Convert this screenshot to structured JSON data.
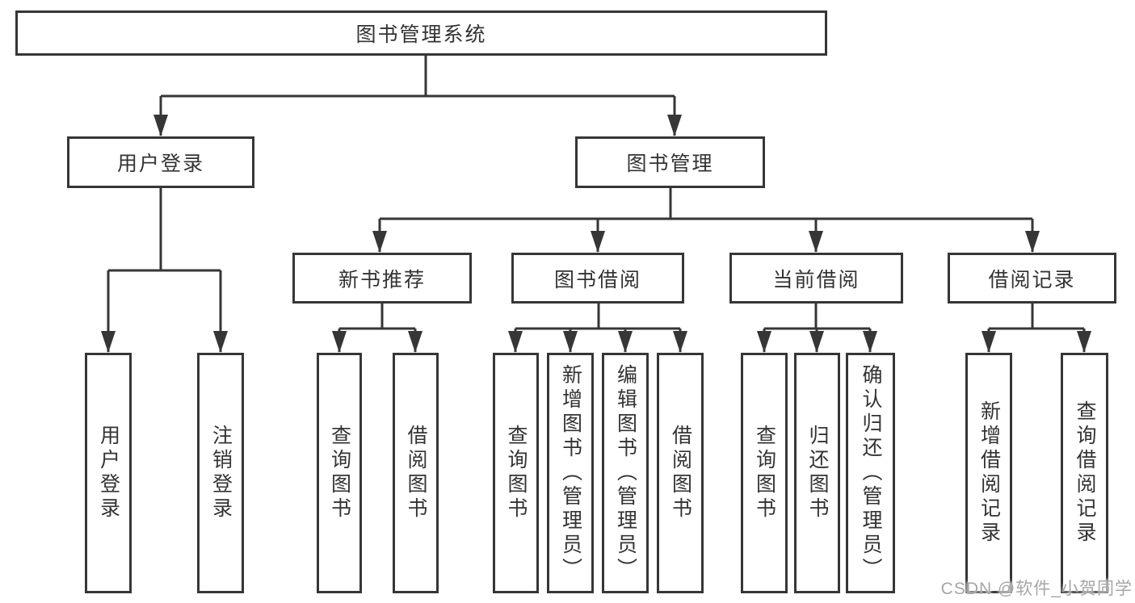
{
  "colors": {
    "line": "#363636",
    "box_border": "#363636",
    "box_fill": "#ffffff",
    "text": "#333333",
    "watermark": "#a6a6a6"
  },
  "watermark": {
    "text": "CSDN @软件_小贺同学"
  },
  "tree": {
    "label": "图书管理系统",
    "children": [
      {
        "label": "用户登录",
        "children": [
          {
            "label": "用户登录"
          },
          {
            "label": "注销登录"
          }
        ]
      },
      {
        "label": "图书管理",
        "children": [
          {
            "label": "新书推荐",
            "children": [
              {
                "label": "查询图书"
              },
              {
                "label": "借阅图书"
              }
            ]
          },
          {
            "label": "图书借阅",
            "children": [
              {
                "label": "查询图书"
              },
              {
                "label": "新增图书（管理员）"
              },
              {
                "label": "编辑图书（管理员）"
              },
              {
                "label": "借阅图书"
              }
            ]
          },
          {
            "label": "当前借阅",
            "children": [
              {
                "label": "查询图书"
              },
              {
                "label": "归还图书"
              },
              {
                "label": "确认归还（管理员）"
              }
            ]
          },
          {
            "label": "借阅记录",
            "children": [
              {
                "label": "新增借阅记录"
              },
              {
                "label": "查询借阅记录"
              }
            ]
          }
        ]
      }
    ]
  }
}
